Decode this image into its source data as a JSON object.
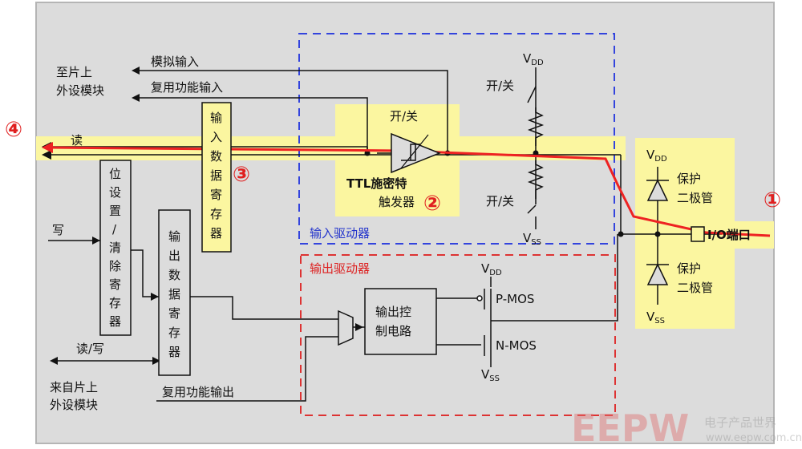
{
  "labels": {
    "analog_in": "模拟输入",
    "alt_in": "复用功能输入",
    "to_periph_1": "至片上",
    "to_periph_2": "外设模块",
    "read": "读",
    "write": "写",
    "readwrite": "读/写",
    "from_periph_1": "来自片上",
    "from_periph_2": "外设模块",
    "alt_out": "复用功能输出",
    "input_reg": [
      "输",
      "入",
      "数",
      "据",
      "寄",
      "存",
      "器"
    ],
    "bsrr": [
      "位",
      "设",
      "置",
      "/",
      "清",
      "除",
      "寄",
      "存",
      "器"
    ],
    "output_reg": [
      "输",
      "出",
      "数",
      "据",
      "寄",
      "存",
      "器"
    ],
    "onoff": "开/关",
    "ttl_1": "TTL施密特",
    "ttl_2": "触发器",
    "vdd": "V",
    "vdd_sub": "DD",
    "vss": "V",
    "vss_sub": "SS",
    "input_driver": "输入驱动器",
    "output_driver": "输出驱动器",
    "out_ctrl_1": "输出控",
    "out_ctrl_2": "制电路",
    "pmos": "P-MOS",
    "nmos": "N-MOS",
    "diode_1": "保护",
    "diode_2": "二极管",
    "io_port": "I/O端口",
    "num_1": "①",
    "num_2": "②",
    "num_3": "③",
    "num_4": "④",
    "wm_logo": "EEPW",
    "wm_cn": "电子产品世界",
    "wm_url": "www.eepw.com.cn"
  },
  "colors": {
    "panel": "#dcdcdc",
    "highlight": "#fbf6a0",
    "read_path": "#ee2222",
    "input_box": "#3344dd",
    "output_box": "#dd3333",
    "line": "#111111"
  }
}
